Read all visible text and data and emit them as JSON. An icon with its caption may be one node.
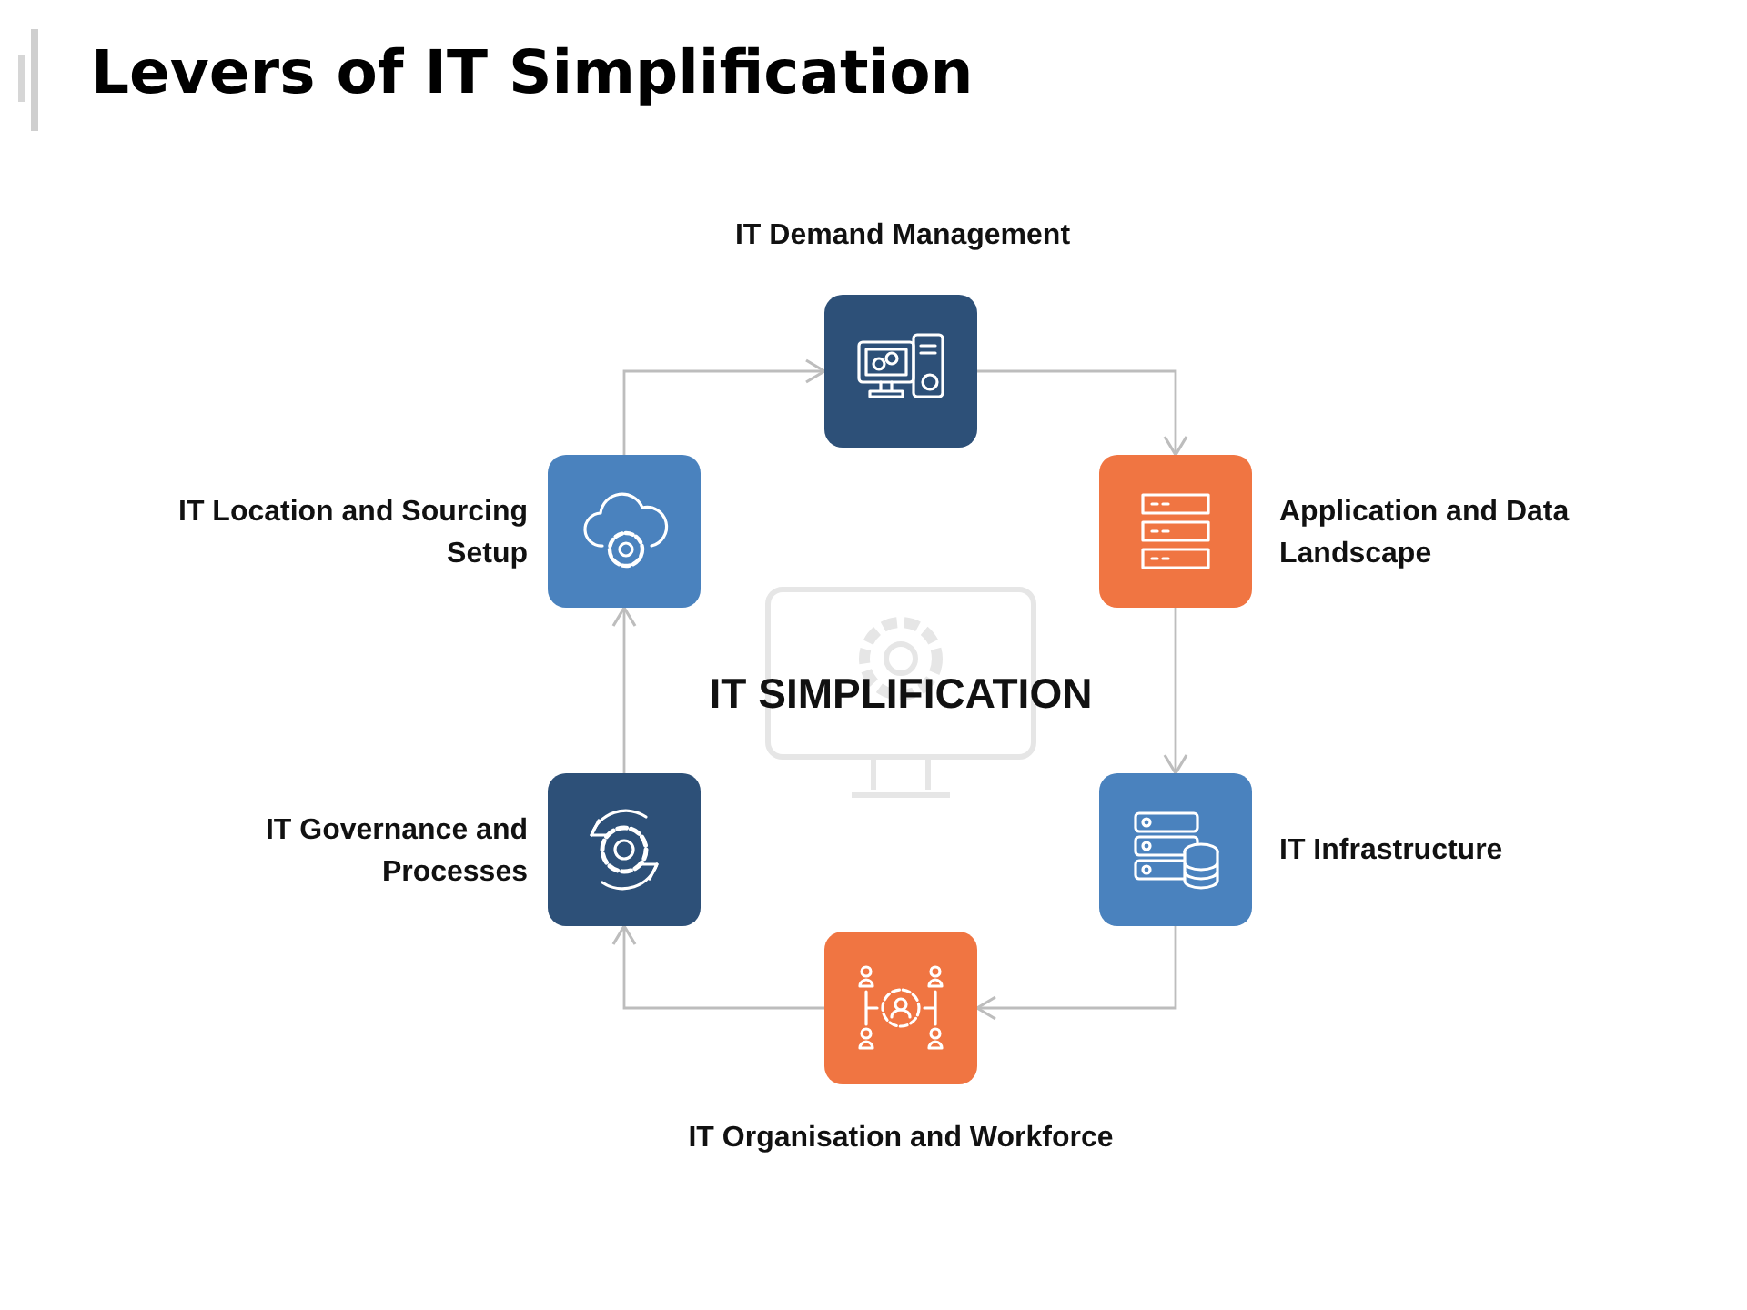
{
  "diagram": {
    "title": "Levers of IT Simplification",
    "nodes": [
      {
        "text": [],
        "shape": "box",
        "beside": [
          "IT Demand Management"
        ]
      },
      {
        "text": [],
        "shape": "box",
        "beside": [
          "Application and Data Landscape"
        ]
      },
      {
        "text": [],
        "shape": "box",
        "beside": [
          "IT Infrastructure"
        ]
      },
      {
        "text": [],
        "shape": "box",
        "beside": [
          "IT Organisation and Workforce"
        ]
      },
      {
        "text": [],
        "shape": "box",
        "beside": [
          "IT Governance and Processes"
        ]
      },
      {
        "text": [],
        "shape": "box",
        "beside": [
          "IT Location and Sourcing Setup"
        ]
      },
      {
        "text": [
          "IT SIMPLIFICATION"
        ]
      }
    ],
    "edges": [
      {
        "from": 0,
        "to": 1,
        "arrow": "to"
      },
      {
        "from": 1,
        "to": 2,
        "arrow": "to"
      },
      {
        "from": 2,
        "to": 3,
        "arrow": "to"
      },
      {
        "from": 3,
        "to": 4,
        "arrow": "to"
      },
      {
        "from": 4,
        "to": 5,
        "arrow": "to"
      },
      {
        "from": 5,
        "to": 0,
        "arrow": "to"
      }
    ]
  }
}
